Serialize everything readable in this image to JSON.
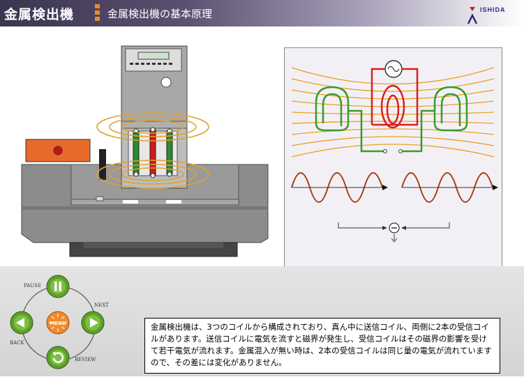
{
  "header": {
    "title": "金属検出機",
    "subtitle": "金属検出機の基本原理",
    "logo_text": "ISHIDA"
  },
  "navigation": {
    "pause_label": "PAUSE",
    "next_label": "NEXT",
    "back_label": "BACK",
    "review_label": "REVIEW",
    "menu_label": "MENU"
  },
  "description": {
    "text": "金属検出機は、3つのコイルから構成されており、真ん中に送信コイル、両側に2本の受信コイルがあります。送信コイルに電気を流すと磁界が発生し、受信コイルはその磁界の影響を受けて若干電気が流れます。金属混入が無い時は、2本の受信コイルは同じ量の電気が流れていますので、その差には変化がありません。"
  },
  "colors": {
    "header_dark": "#3b3550",
    "accent_orange": "#f08a2a",
    "transmit_coil": "#d82020",
    "receive_coil": "#3a9a2a",
    "field_lines": "#e8a020",
    "wave": "#a0401a",
    "nav_green": "#5ea02a"
  },
  "icons": [
    "pause-icon",
    "next-icon",
    "back-icon",
    "review-icon",
    "menu-icon",
    "ac-source-icon",
    "minus-icon"
  ]
}
